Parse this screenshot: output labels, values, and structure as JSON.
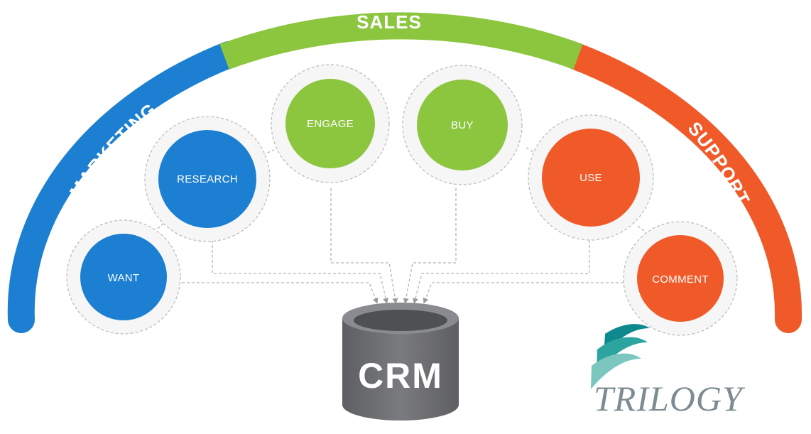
{
  "stages": [
    {
      "label": "MARKETING",
      "color": "#1c7fd1"
    },
    {
      "label": "SALES",
      "color": "#8cc63f"
    },
    {
      "label": "SUPPORT",
      "color": "#f05a28"
    }
  ],
  "nodes": [
    {
      "label": "WANT",
      "color": "#1c7fd1"
    },
    {
      "label": "RESEARCH",
      "color": "#1c7fd1"
    },
    {
      "label": "ENGAGE",
      "color": "#8cc63f"
    },
    {
      "label": "BUY",
      "color": "#8cc63f"
    },
    {
      "label": "USE",
      "color": "#f05a28"
    },
    {
      "label": "COMMENT",
      "color": "#f05a28"
    }
  ],
  "database": {
    "label": "CRM",
    "color": "#6d6e71"
  },
  "brand": {
    "name": "TRILOGY",
    "color": "#0e8a8f"
  }
}
